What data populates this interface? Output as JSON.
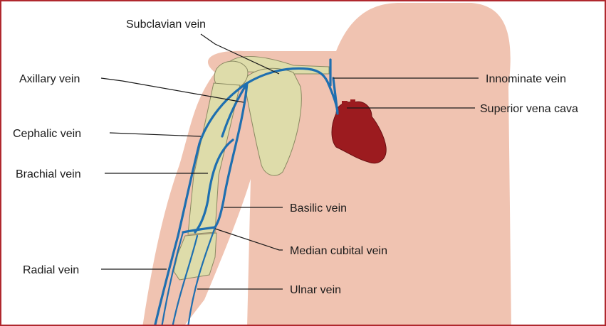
{
  "colors": {
    "border": "#b0282e",
    "skin": "#f0c3b1",
    "bone": "#dedcaa",
    "vein": "#1e6fb0",
    "heart": "#9c1b1f",
    "text": "#1a1a1a"
  },
  "labels": {
    "subclavian": "Subclavian vein",
    "axillary": "Axillary vein",
    "cephalic": "Cephalic vein",
    "brachial": "Brachial vein",
    "radial": "Radial vein",
    "innominate": "Innominate vein",
    "svc": "Superior vena cava",
    "basilic": "Basilic vein",
    "median_cubital": "Median cubital vein",
    "ulnar": "Ulnar vein"
  }
}
